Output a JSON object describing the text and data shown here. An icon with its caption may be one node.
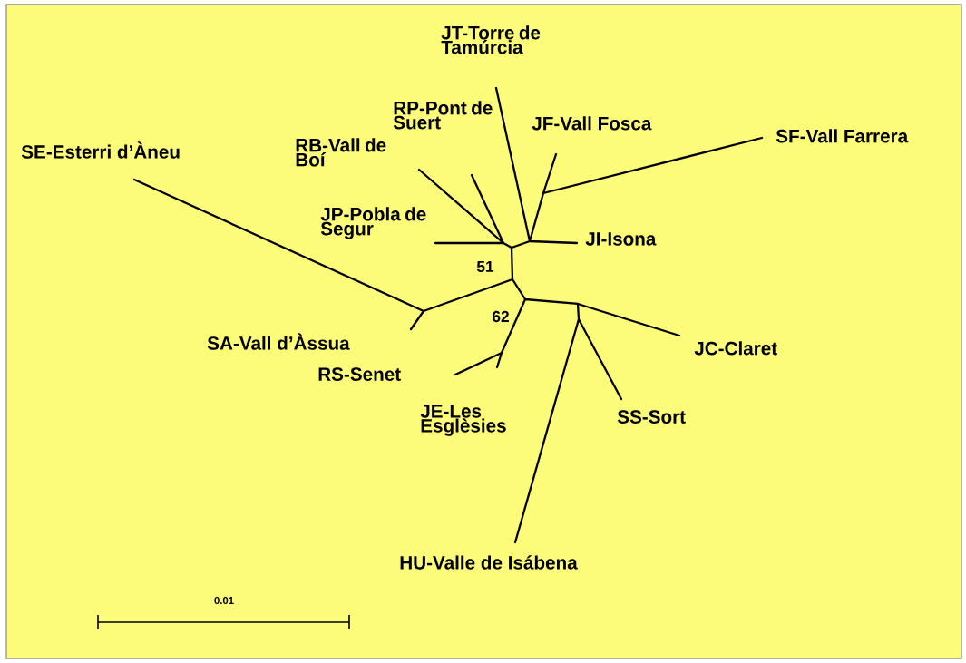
{
  "diagram": {
    "labels": [
      "JT-Torre de Tamúrcia",
      "RP-Pont de Suert",
      "JF-Vall Fosca",
      "SF-Vall Farrera",
      "SE-Esterri d’Àneu",
      "RB-Vall de Boí",
      "JP-Pobla de Segur",
      "JI-Isona",
      "51",
      "62",
      "SA-Vall d’Àssua",
      "JC-Claret",
      "RS-Senet",
      "JE-Les Esglèsies",
      "SS-Sort",
      "HU-Valle de Isábena",
      "0.01"
    ]
  }
}
